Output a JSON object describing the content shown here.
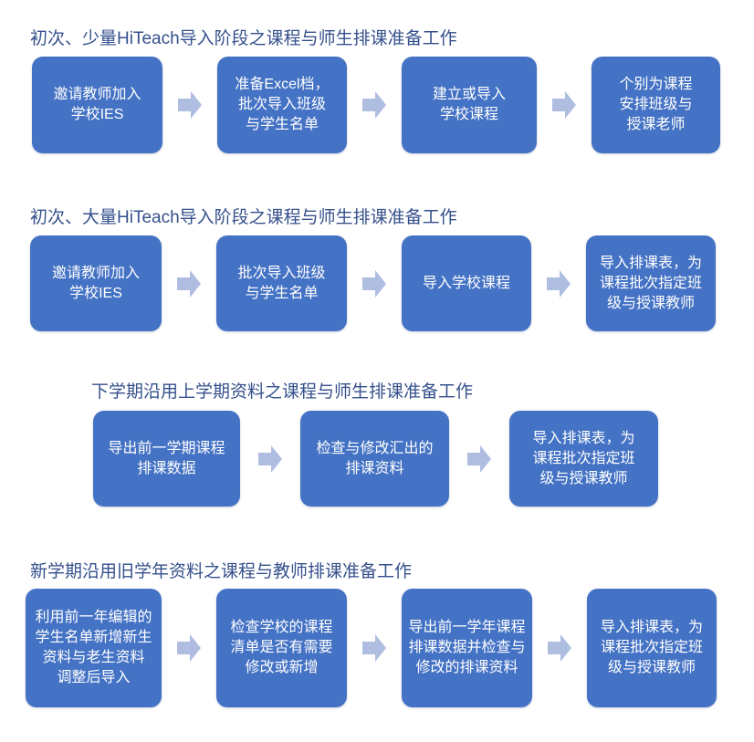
{
  "colors": {
    "box_fill": "#4472C4",
    "box_text": "#FFFFFF",
    "arrow": "#AFBDE1",
    "title_text": "#35508C",
    "background": "#FFFFFF"
  },
  "rows": [
    {
      "title": "初次、少量HiTeach导入阶段之课程与师生排课准备工作",
      "boxes": [
        "邀请教师加入\n学校IES",
        "准备Excel档，\n批次导入班级\n与学生名单",
        "建立或导入\n学校课程",
        "个别为课程\n安排班级与\n授课老师"
      ]
    },
    {
      "title": "初次、大量HiTeach导入阶段之课程与师生排课准备工作",
      "boxes": [
        "邀请教师加入\n学校IES",
        "批次导入班级\n与学生名单",
        "导入学校课程",
        "导入排课表，为\n课程批次指定班\n级与授课教师"
      ]
    },
    {
      "title": "下学期沿用上学期资料之课程与师生排课准备工作",
      "boxes": [
        "导出前一学期课程\n排课数据",
        "检查与修改汇出的\n排课资料",
        "导入排课表，为\n课程批次指定班\n级与授课教师"
      ]
    },
    {
      "title": "新学期沿用旧学年资料之课程与教师排课准备工作",
      "boxes": [
        "利用前一年编辑的\n学生名单新增新生\n资料与老生资料\n调整后导入",
        "检查学校的课程\n清单是否有需要\n修改或新增",
        "导出前一学年课程\n排课数据并检查与\n修改的排课资料",
        "导入排课表，为\n课程批次指定班\n级与授课教师"
      ]
    }
  ]
}
